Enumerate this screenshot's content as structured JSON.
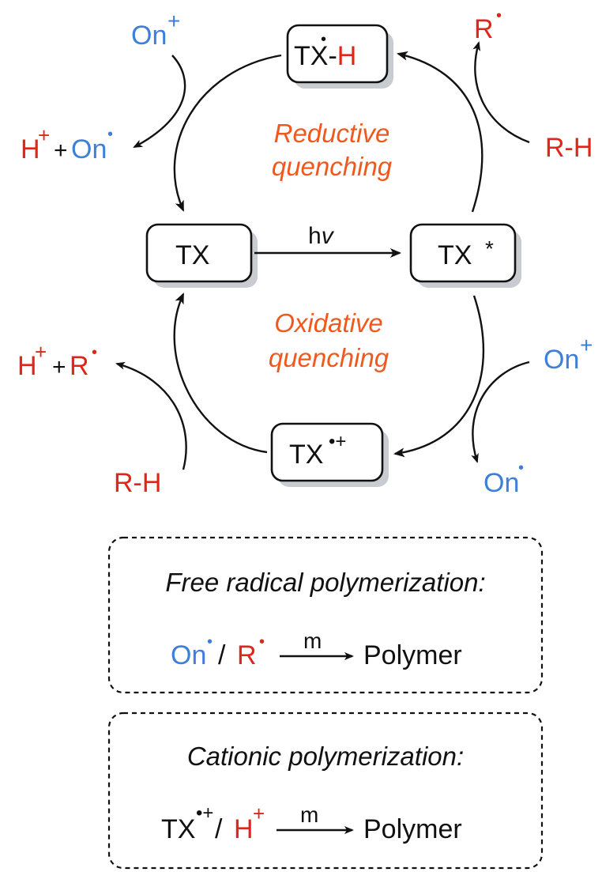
{
  "colors": {
    "oxidant": "#3d7fd9",
    "hydrogen_radical": "#e0261b",
    "cycle_label": "#ee5a1e",
    "ink": "#111111",
    "box_shadow": "#c8ccd0"
  },
  "states": {
    "ground": "TX",
    "excited": "TX",
    "excited_mark": "*",
    "ketyl_main": "TX",
    "ketyl_dash": "-",
    "ketyl_h": "H",
    "ketyl_dot": "•",
    "radical_cation": "TX",
    "radical_cation_charge": "•+"
  },
  "excitation_label_h": "h",
  "excitation_label_nu": "v",
  "cycles": {
    "reductive": {
      "line1": "Reductive",
      "line2": "quenching"
    },
    "oxidative": {
      "line1": "Oxidative",
      "line2": "quenching"
    }
  },
  "species": {
    "on_plus_top": {
      "text": "On",
      "sup": "+"
    },
    "h_plus_left": {
      "text": "H",
      "sup": "+"
    },
    "plus_left_top": "+",
    "on_radical_left": {
      "text": "On",
      "sup": "•"
    },
    "r_radical_top": {
      "text": "R",
      "sup": "•"
    },
    "rh_right": "R-H",
    "h_plus_left_bottom": {
      "text": "H",
      "sup": "+"
    },
    "plus_left_bottom": "+",
    "r_radical_left": {
      "text": "R",
      "sup": "•"
    },
    "rh_bottom_left": "R-H",
    "on_plus_right": {
      "text": "On",
      "sup": "+"
    },
    "on_radical_bottom": {
      "text": "On",
      "sup": "•"
    }
  },
  "panels": {
    "free_radical": {
      "title": "Free radical polymerization:",
      "reactant1": {
        "text": "On",
        "sup": "•"
      },
      "slash": "/",
      "reactant2": {
        "text": "R",
        "sup": "•"
      },
      "arrow_label": "m",
      "product": "Polymer"
    },
    "cationic": {
      "title": "Cationic polymerization:",
      "reactant1": {
        "text": "TX",
        "sup": "•+"
      },
      "slash": "/",
      "reactant2": {
        "text": "H",
        "sup": "+"
      },
      "arrow_label": "m",
      "product": "Polymer"
    }
  }
}
